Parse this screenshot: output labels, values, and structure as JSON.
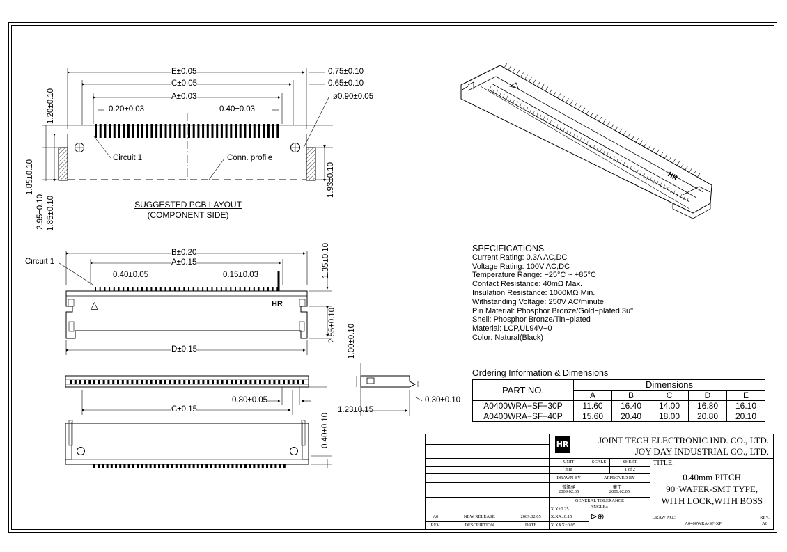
{
  "dims_top": {
    "e": "E±0.05",
    "c": "C±0.05",
    "a": "A±0.03",
    "p020": "0.20±0.03",
    "p040": "0.40±0.03",
    "d075": "0.75±0.10",
    "d065": "0.65±0.10",
    "hole": "ø0.90±0.05",
    "circuit1": "Circuit 1",
    "conn_profile": "Conn. profile",
    "v120": "1.20±0.10",
    "v185a": "1.85±0.10",
    "v295": "2.95±0.10",
    "v185b": "1.85±0.10",
    "v193": "1.93±0.10"
  },
  "pcb_layout": {
    "line1": "SUGGESTED PCB LAYOUT",
    "line2": "(COMPONENT SIDE)"
  },
  "dims_front": {
    "b": "B±0.20",
    "a": "A±0.15",
    "circuit1": "Circuit 1",
    "p040": "0.40±0.05",
    "p015": "0.15±0.03",
    "d": "D±0.15",
    "v135": "1.35±0.10",
    "v255": "2.55±0.10",
    "v100": "1.00±0.10",
    "hr": "HR",
    "tri": "△"
  },
  "dims_bottom": {
    "d080": "0.80±0.05",
    "c": "C±0.15",
    "d030": "0.30±0.10",
    "d123": "1.23±0.15",
    "v040": "0.40±0.10"
  },
  "specs": {
    "title": "SPECIFICATIONS",
    "lines": [
      "Current Rating: 0.3A AC,DC",
      "Voltage Rating: 100V AC,DC",
      "Temperature Range: −25°C ~ +85°C",
      "Contact Resistance: 40mΩ Max.",
      "Insulation Resistance: 1000MΩ Min.",
      "Withstanding Voltage: 250V AC/minute",
      "Pin Material: Phosphor Bronze/Gold−plated 3u\"",
      "Shell: Phosphor Bronze/Tin−plated",
      "Material: LCP,UL94V−0",
      "Color: Natural(Black)"
    ]
  },
  "ordering": {
    "title": "Ordering Information & Dimensions",
    "part_header": "PART NO.",
    "dims_header": "Dimensions",
    "cols": [
      "A",
      "B",
      "C",
      "D",
      "E"
    ],
    "rows": [
      {
        "part": "A0400WRA−SF−30P",
        "vals": [
          "11.60",
          "16.40",
          "14.00",
          "16.80",
          "16.10"
        ]
      },
      {
        "part": "A0400WRA−SF−40P",
        "vals": [
          "15.60",
          "20.40",
          "18.00",
          "20.80",
          "20.10"
        ]
      }
    ]
  },
  "titleblock": {
    "company1": "JOINT TECH ELECTRONIC IND. CO., LTD.",
    "company2": "JOY DAY INDUSTRIAL CO., LTD.",
    "logo": "HR",
    "unit_lbl": "UNIT",
    "scale_lbl": "SCALE",
    "sheet_lbl": "SHEET",
    "unit": "mm",
    "sheet": "1 of 2",
    "title_lbl": "TITLE:",
    "title1": "0.40mm PITCH",
    "title2": "90°WAFER-SMT TYPE,",
    "title3": "WITH LOCK,WITH BOSS",
    "drawn_lbl": "DRAWN BY",
    "approved_lbl": "APPROVED BY",
    "drawn_name": "曾陽銘",
    "approved_name": "董正一",
    "drawn_date": "2009.02.05",
    "approved_date": "2009.02.05",
    "tol_lbl": "GENERAL TOLERANCE",
    "tol1": "X.X±0.25",
    "tol2": "X.XX±0.15",
    "tol3": "X.XXX±0.05",
    "angle_lbl": "ANGLE±",
    "draw_no_lbl": "DRAW NO.:",
    "draw_no": "A0400WRA-SF-XP",
    "rev_lbl": "REV.",
    "rev": "A0",
    "rev_row": {
      "rev": "A0",
      "desc": "NEW RELEASE",
      "date": "2009.02.05"
    },
    "hdr_rev": "REV.",
    "hdr_desc": "DESCRIPTION",
    "hdr_date": "DATE"
  }
}
